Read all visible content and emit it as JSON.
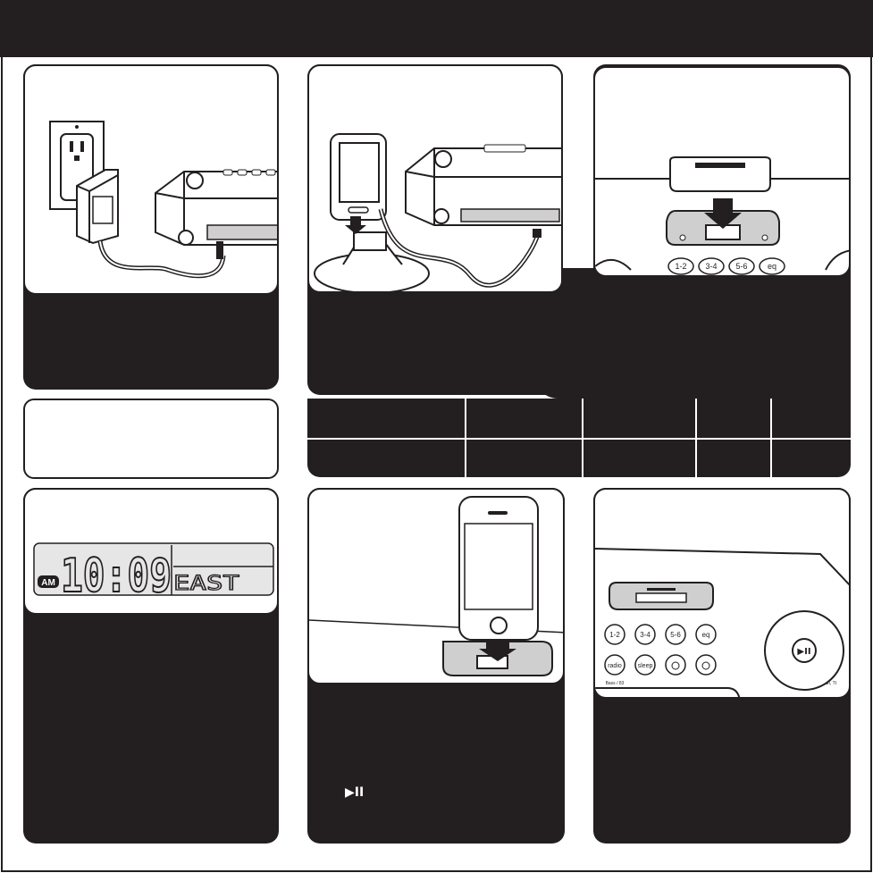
{
  "page": {
    "colors": {
      "ink": "#231f20",
      "paper": "#ffffff",
      "lcd_panel": "#e6e6e6",
      "dock_gray": "#cfcfcf"
    }
  },
  "illustrations": {
    "dock_buttons_row1": [
      "1-2",
      "3-4",
      "5-6",
      "eq"
    ],
    "dock_buttons_row2": [
      "radio",
      "sleep",
      "",
      ""
    ],
    "small_labels": [
      "Bass / 83",
      "Saft, Tt"
    ],
    "clock_display": {
      "indicator": "AM",
      "time": "10:09",
      "zone": "EAST"
    }
  },
  "icons": {
    "play_pause": "▶II"
  },
  "table": {
    "rows": 2,
    "columns": 5
  }
}
